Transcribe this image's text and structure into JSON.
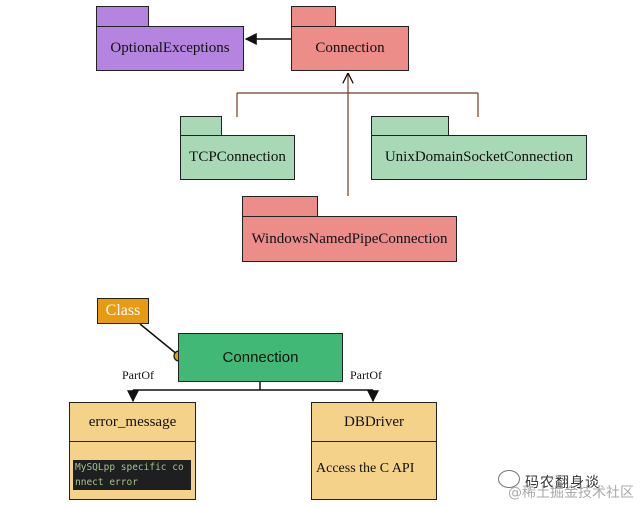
{
  "top_diagram": {
    "optional_exceptions": "OptionalExceptions",
    "connection": "Connection",
    "tcp_connection": "TCPConnection",
    "unix_connection": "UnixDomainSocketConnection",
    "pipe_connection": "WindowsNamedPipeConnection"
  },
  "bottom_diagram": {
    "class_tag": "Class",
    "connection": "Connection",
    "part_of_left": "PartOf",
    "part_of_right": "PartOf",
    "error_message": {
      "title": "error_message",
      "code_line1": "MySQLpp specific co",
      "code_line2": "nnect error"
    },
    "dbdriver": {
      "title": "DBDriver",
      "description": "Access the C API"
    }
  },
  "watermark": {
    "line1": "码农翻身谈",
    "line2": "@稀土掘金技术社区"
  },
  "colors": {
    "purple": "#b584e0",
    "red": "#ec8d89",
    "green": "#a8d8b6",
    "orange": "#e79a12",
    "connection_green": "#42b877",
    "yellow": "#f5d28a"
  }
}
